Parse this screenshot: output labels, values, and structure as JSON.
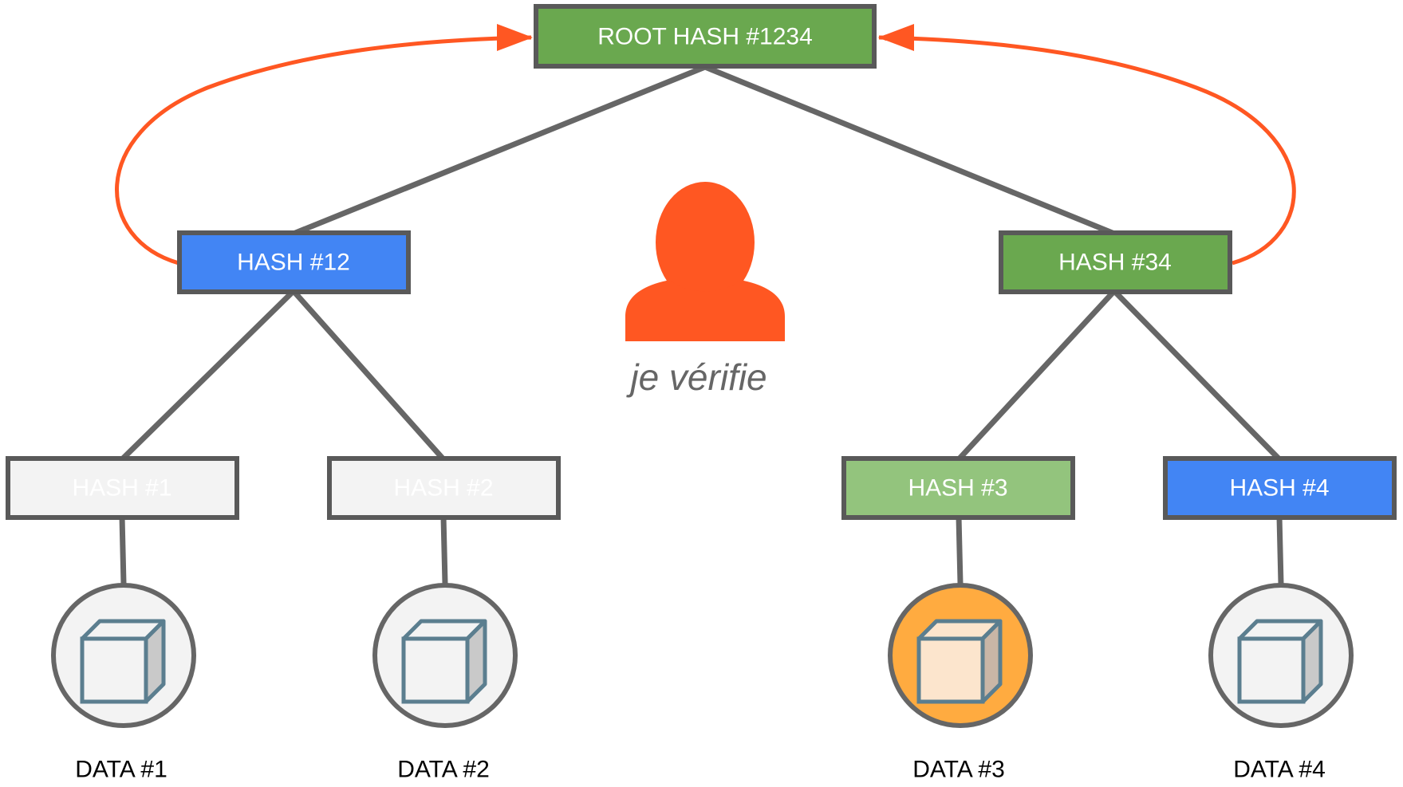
{
  "colors": {
    "edge": "#666666",
    "border": "#595959",
    "arrow": "#ff5722",
    "person": "#ff5722",
    "green": "#6aa84f",
    "blue": "#4285f4",
    "light_green": "#93c47d",
    "ghost": "#f3f3f3",
    "ghost_text": "#ffffff",
    "highlight_disc": "#ffab40",
    "disc": "#f3f3f3"
  },
  "nodes": {
    "root": {
      "label": "ROOT HASH #1234",
      "fill": "#6aa84f",
      "text_color": "#ffffff"
    },
    "h12": {
      "label": "HASH #12",
      "fill": "#4285f4",
      "text_color": "#ffffff"
    },
    "h34": {
      "label": "HASH #34",
      "fill": "#6aa84f",
      "text_color": "#ffffff"
    },
    "h1": {
      "label": "HASH #1",
      "fill": "#f3f3f3",
      "text_color": "#ffffff"
    },
    "h2": {
      "label": "HASH #2",
      "fill": "#f3f3f3",
      "text_color": "#ffffff"
    },
    "h3": {
      "label": "HASH #3",
      "fill": "#93c47d",
      "text_color": "#ffffff"
    },
    "h4": {
      "label": "HASH #4",
      "fill": "#4285f4",
      "text_color": "#ffffff"
    }
  },
  "data_items": [
    {
      "label": "DATA #1",
      "highlighted": false,
      "icon": "data-block-icon"
    },
    {
      "label": "DATA #2",
      "highlighted": false,
      "icon": "data-block-icon"
    },
    {
      "label": "DATA #3",
      "highlighted": true,
      "icon": "data-block-icon"
    },
    {
      "label": "DATA #4",
      "highlighted": false,
      "icon": "data-block-icon"
    }
  ],
  "verifier": {
    "icon": "user-icon",
    "caption": "je vérifie"
  }
}
